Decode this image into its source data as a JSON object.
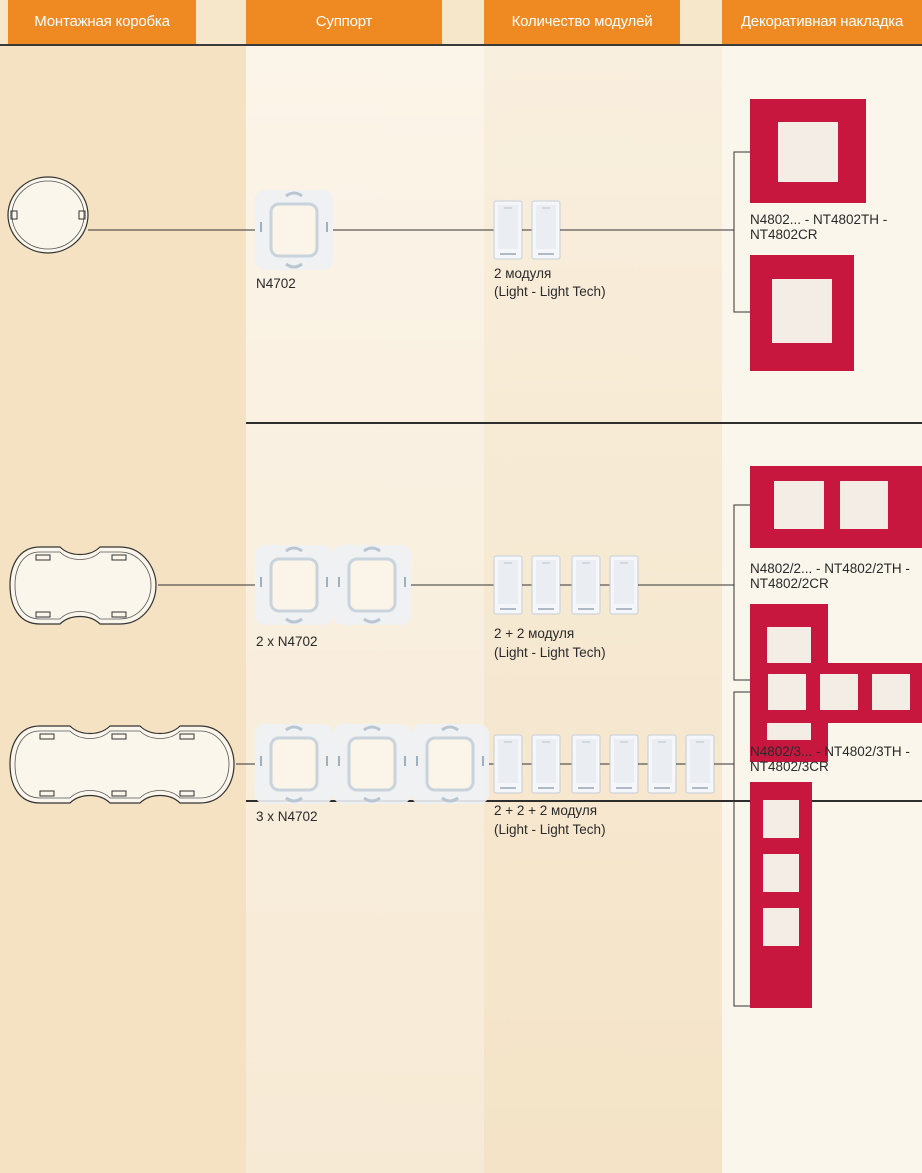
{
  "headers": {
    "box": "Монтажная коробка",
    "support": "Суппорт",
    "modules": "Количество модулей",
    "plate": "Декоративная накладка"
  },
  "rows": [
    {
      "support_label": "N4702",
      "modules_line1": "2 модуля",
      "modules_line2": "(Light - Light Tech)",
      "plate_line1": "N4802... - NT4802TH -",
      "plate_line2": "NT4802CR"
    },
    {
      "support_label": "2 x N4702",
      "modules_line1": "2 + 2 модуля",
      "modules_line2": "(Light - Light Tech)",
      "plate_line1": "N4802/2... - NT4802/2TH -",
      "plate_line2": "NT4802/2CR"
    },
    {
      "support_label": "3 x N4702",
      "modules_line1": "2 + 2 + 2 модуля",
      "modules_line2": "(Light - Light Tech)",
      "plate_line1": "N4802/3... - NT4802/3TH -",
      "plate_line2": "NT4802/3CR"
    }
  ],
  "colors": {
    "header": "#ef8a23",
    "plate": "#c8173f",
    "plate_inner": "#f4ede6"
  }
}
